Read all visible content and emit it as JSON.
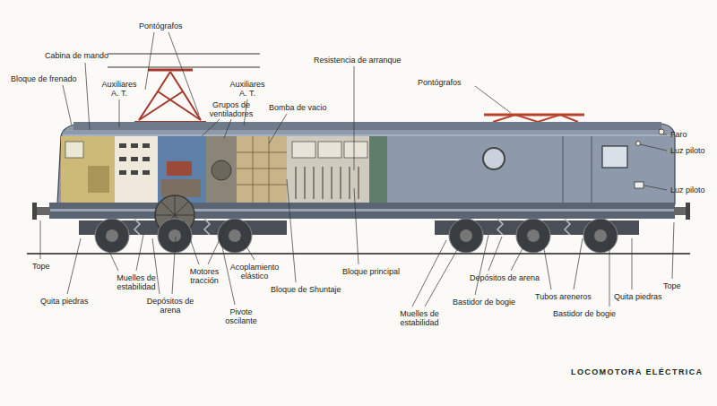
{
  "diagram": {
    "title": "LOCOMOTORA ELÉCTRICA",
    "labels": [
      "Pontógrafos",
      "Cabina de mando",
      "Bloque de frenado",
      "Auxiliares A. T.",
      "Grupos de ventiladores",
      "Auxiliares A. T.",
      "Bomba de vacio",
      "Resistencia de arranque",
      "Pontógrafos",
      "Faro",
      "Luz piloto",
      "Luz piloto",
      "Tope",
      "Quita piedras",
      "Muelles de estabilidad",
      "Depósitos de arena",
      "Motores tracción",
      "Pivote oscilante",
      "Acoplamiento elástico",
      "Bloque de Shuntaje",
      "Bloque principal",
      "Muelles de estabilidad",
      "Bastidor de bogie",
      "Depósitos de arena",
      "Tubos areneros",
      "Quita piedras",
      "Bastidor de bogie",
      "Tope"
    ]
  }
}
